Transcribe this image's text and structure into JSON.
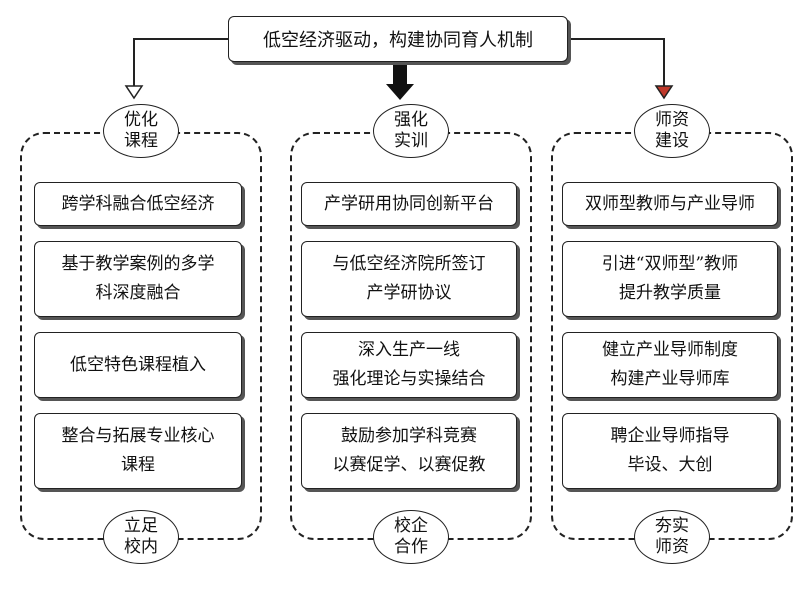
{
  "title": "低空经济驱动，构建协同育人机制",
  "columns": [
    {
      "top_label": [
        "优化",
        "课程"
      ],
      "bottom_label": [
        "立足",
        "校内"
      ],
      "items": [
        [
          "跨学科融合低空经济"
        ],
        [
          "基于教学案例的多学",
          "科深度融合"
        ],
        [
          "低空特色课程植入"
        ],
        [
          "整合与拓展专业核心",
          "课程"
        ]
      ]
    },
    {
      "top_label": [
        "强化",
        "实训"
      ],
      "bottom_label": [
        "校企",
        "合作"
      ],
      "items": [
        [
          "产学研用协同创新平台"
        ],
        [
          "与低空经济院所签订",
          "产学研协议"
        ],
        [
          "深入生产一线",
          "强化理论与实操结合"
        ],
        [
          "鼓励参加学科竞赛",
          "以赛促学、以赛促教"
        ]
      ]
    },
    {
      "top_label": [
        "师资",
        "建设"
      ],
      "bottom_label": [
        "夯实",
        "师资"
      ],
      "items": [
        [
          "双师型教师与产业导师"
        ],
        [
          "引进“双师型”教师",
          "提升教学质量"
        ],
        [
          "健立产业导师制度",
          "构建产业导师库"
        ],
        [
          "聘企业导师指导",
          "毕设、大创"
        ]
      ]
    }
  ],
  "arrow_colors": {
    "side": "#222222",
    "side_head_right": "#c0392b",
    "center": "#111111"
  }
}
